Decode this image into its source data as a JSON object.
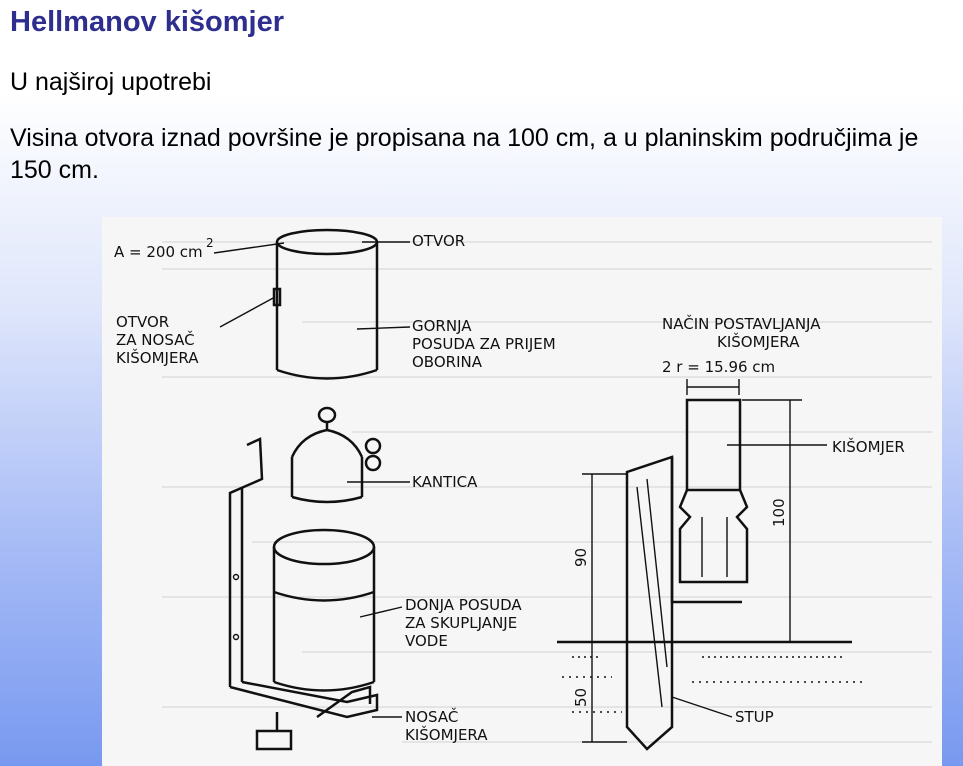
{
  "slide": {
    "title": "Hellmanov kišomjer",
    "bullets": [
      "U najširoj upotrebi",
      "Visina otvora iznad površine je propisana na 100 cm, a u planinskim područjima je 150 cm."
    ]
  },
  "figure": {
    "area_label": "A = 200 cm",
    "area_exponent": "2",
    "labels": {
      "otvor": "OTVOR",
      "otvor_nosac": [
        "OTVOR",
        "ZA NOSAČ",
        "KIŠOMJERA"
      ],
      "gornja": [
        "GORNJA",
        "POSUDA ZA PRIJEM",
        "OBORINA"
      ],
      "kantica": "KANTICA",
      "donja": [
        "DONJA POSUDA",
        "ZA SKUPLJANJE",
        "VODE"
      ],
      "nosac": [
        "NOSAČ",
        "KIŠOMJERA"
      ],
      "nacin": [
        "NAČIN POSTAVLJANJA",
        "KIŠOMJERA"
      ],
      "radius": "2 r = 15.96 cm",
      "kisomjer": "KIŠOMJER",
      "dim_100": "100",
      "dim_90": "90",
      "dim_50": "50",
      "stup": "STUP"
    }
  }
}
